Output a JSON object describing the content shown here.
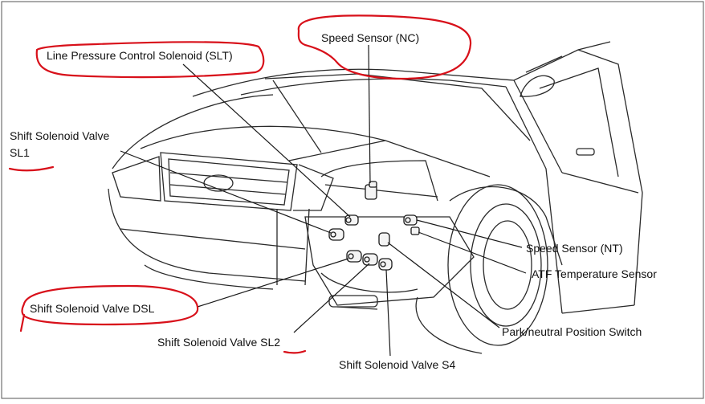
{
  "labels": {
    "slt": "Line Pressure Control Solenoid (SLT)",
    "nc": "Speed Sensor (NC)",
    "sl1_line1": "Shift Solenoid Valve",
    "sl1_line2": "SL1",
    "nt": "Speed Sensor (NT)",
    "atf": "ATF Temperature Sensor",
    "dsl": "Shift Solenoid Valve DSL",
    "pnp": "Park/neutral Position Switch",
    "sl2": "Shift Solenoid Valve SL2",
    "s4": "Shift Solenoid Valve S4"
  },
  "annotation_color": "#d8101a"
}
